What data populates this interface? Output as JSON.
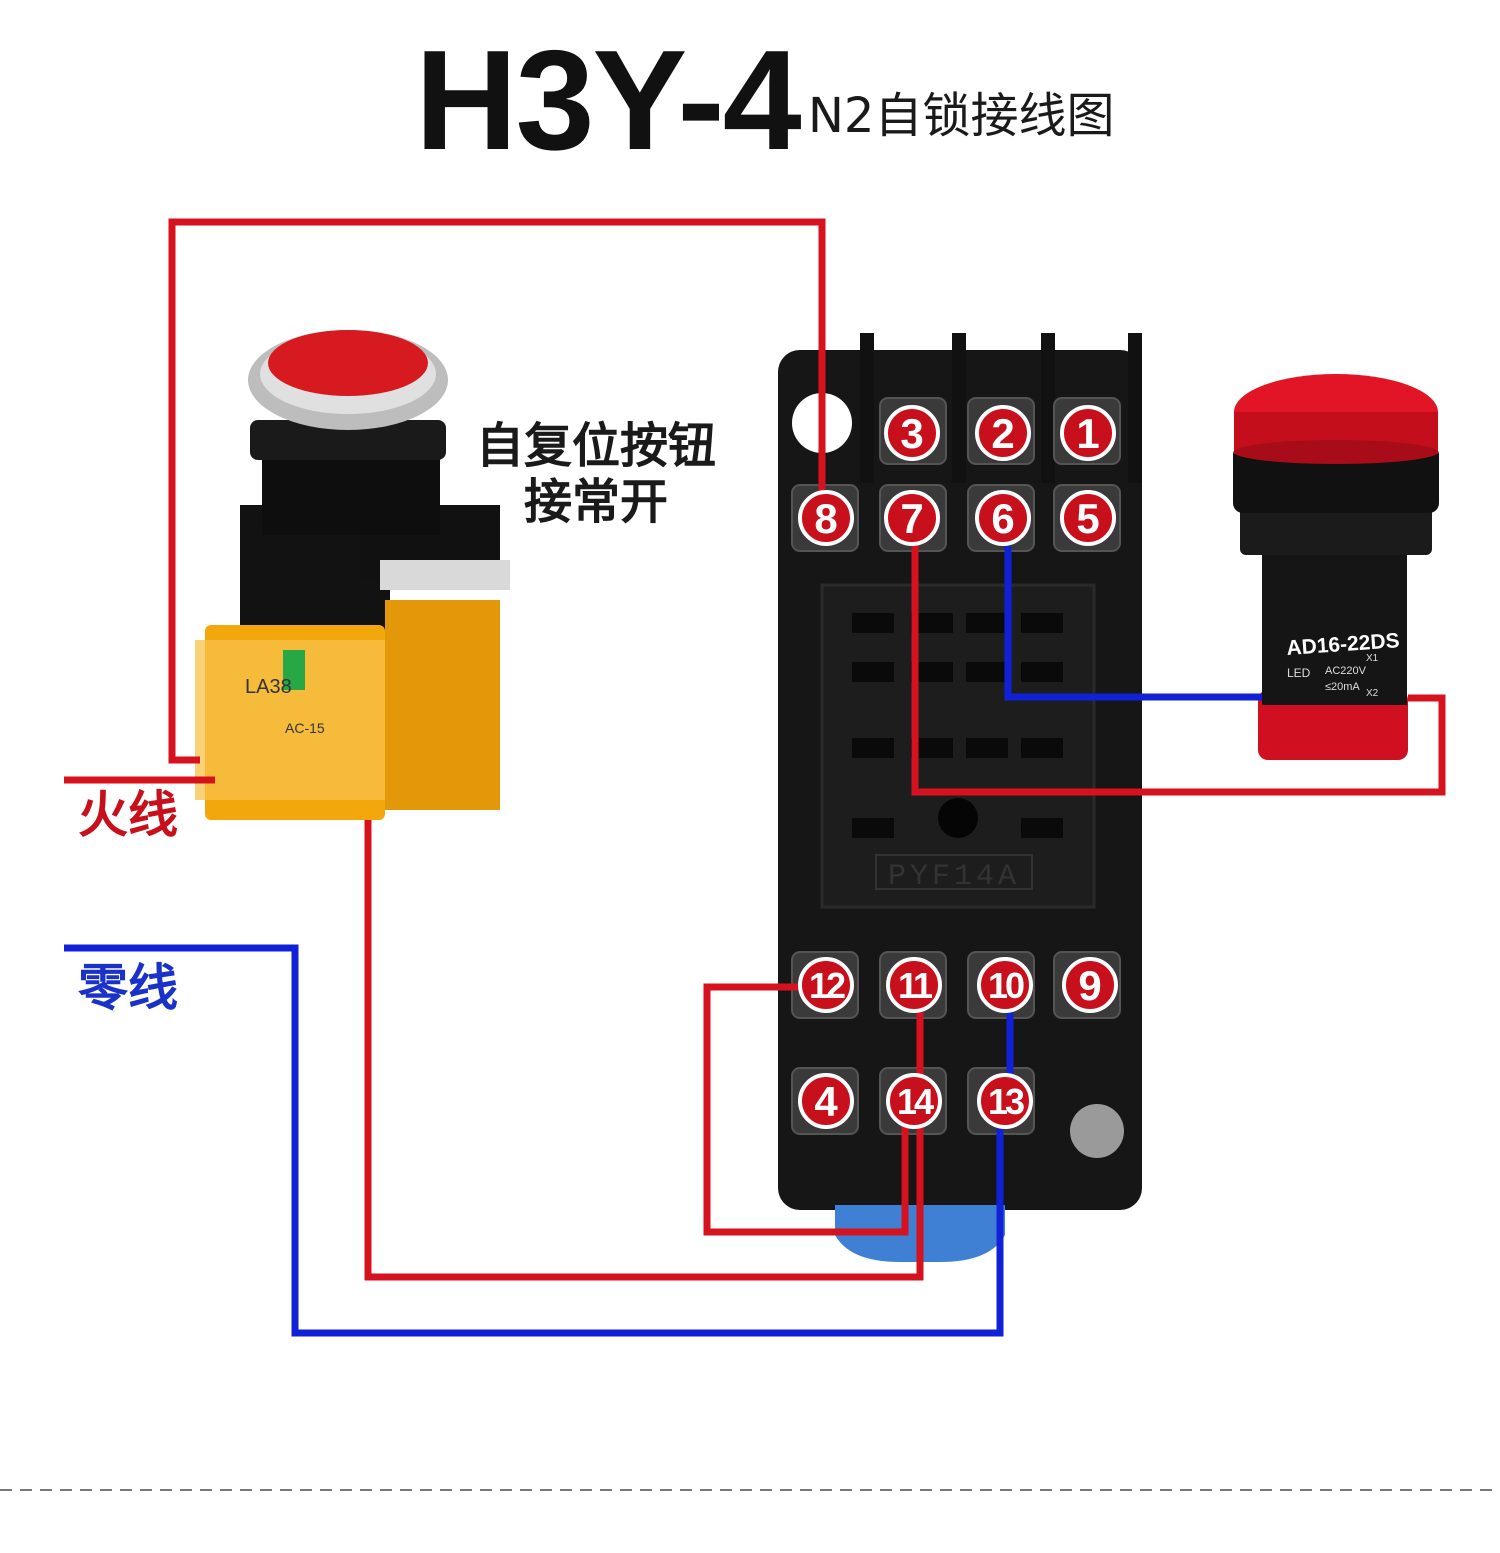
{
  "title": "H3Y-4",
  "subtitle": "N2自锁接线图",
  "button_caption_line1": "自复位按钮",
  "button_caption_line2": "接常开",
  "live_label": "火线",
  "neutral_label": "零线",
  "relay_base_model": "PYF14A",
  "lamp_model": "AD16-22DS",
  "lamp_spec_line1": "AC220V",
  "lamp_spec_line2": "≤20mA",
  "lamp_led_text": "LED",
  "lamp_x1": "X1",
  "lamp_x2": "X2",
  "button_module_text": "LA38",
  "button_module_text2": "AC-15",
  "terminals": [
    "1",
    "2",
    "3",
    "4",
    "5",
    "6",
    "7",
    "8",
    "9",
    "10",
    "11",
    "12",
    "13",
    "14"
  ],
  "colors": {
    "live_wire": "#d5121e",
    "neutral_wire": "#1021d8",
    "terminal_badge": "#c8101c",
    "relay_body": "#151515",
    "label_live": "#c8101c",
    "label_neutral": "#1a32c8"
  }
}
